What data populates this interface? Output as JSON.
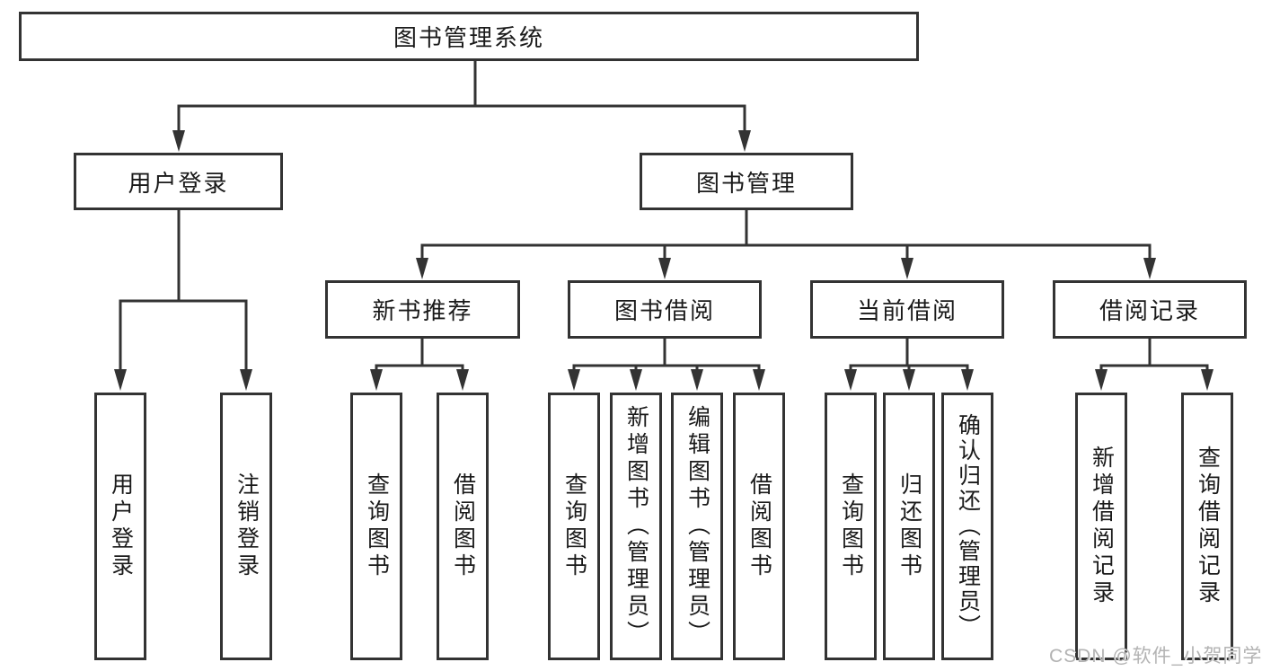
{
  "diagram": {
    "title": "图书管理系统",
    "root": {
      "label": "图书管理系统",
      "children": [
        {
          "label": "用户登录",
          "children": [
            {
              "label": "用户登录"
            },
            {
              "label": "注销登录"
            }
          ]
        },
        {
          "label": "图书管理",
          "children": [
            {
              "label": "新书推荐",
              "children": [
                {
                  "label": "查询图书"
                },
                {
                  "label": "借阅图书"
                }
              ]
            },
            {
              "label": "图书借阅",
              "children": [
                {
                  "label": "查询图书"
                },
                {
                  "label": "新增图书（管理员）"
                },
                {
                  "label": "编辑图书（管理员）"
                },
                {
                  "label": "借阅图书"
                }
              ]
            },
            {
              "label": "当前借阅",
              "children": [
                {
                  "label": "查询图书"
                },
                {
                  "label": "归还图书"
                },
                {
                  "label": "确认归还（管理员）"
                }
              ]
            },
            {
              "label": "借阅记录",
              "children": [
                {
                  "label": "新增借阅记录"
                },
                {
                  "label": "查询借阅记录"
                }
              ]
            }
          ]
        }
      ]
    },
    "watermark": "CSDN @软件_小贺同学",
    "colors": {
      "line": "#333333",
      "text": "#1a1a1a",
      "background": "#ffffff",
      "watermark": "#b3b3b3"
    }
  }
}
